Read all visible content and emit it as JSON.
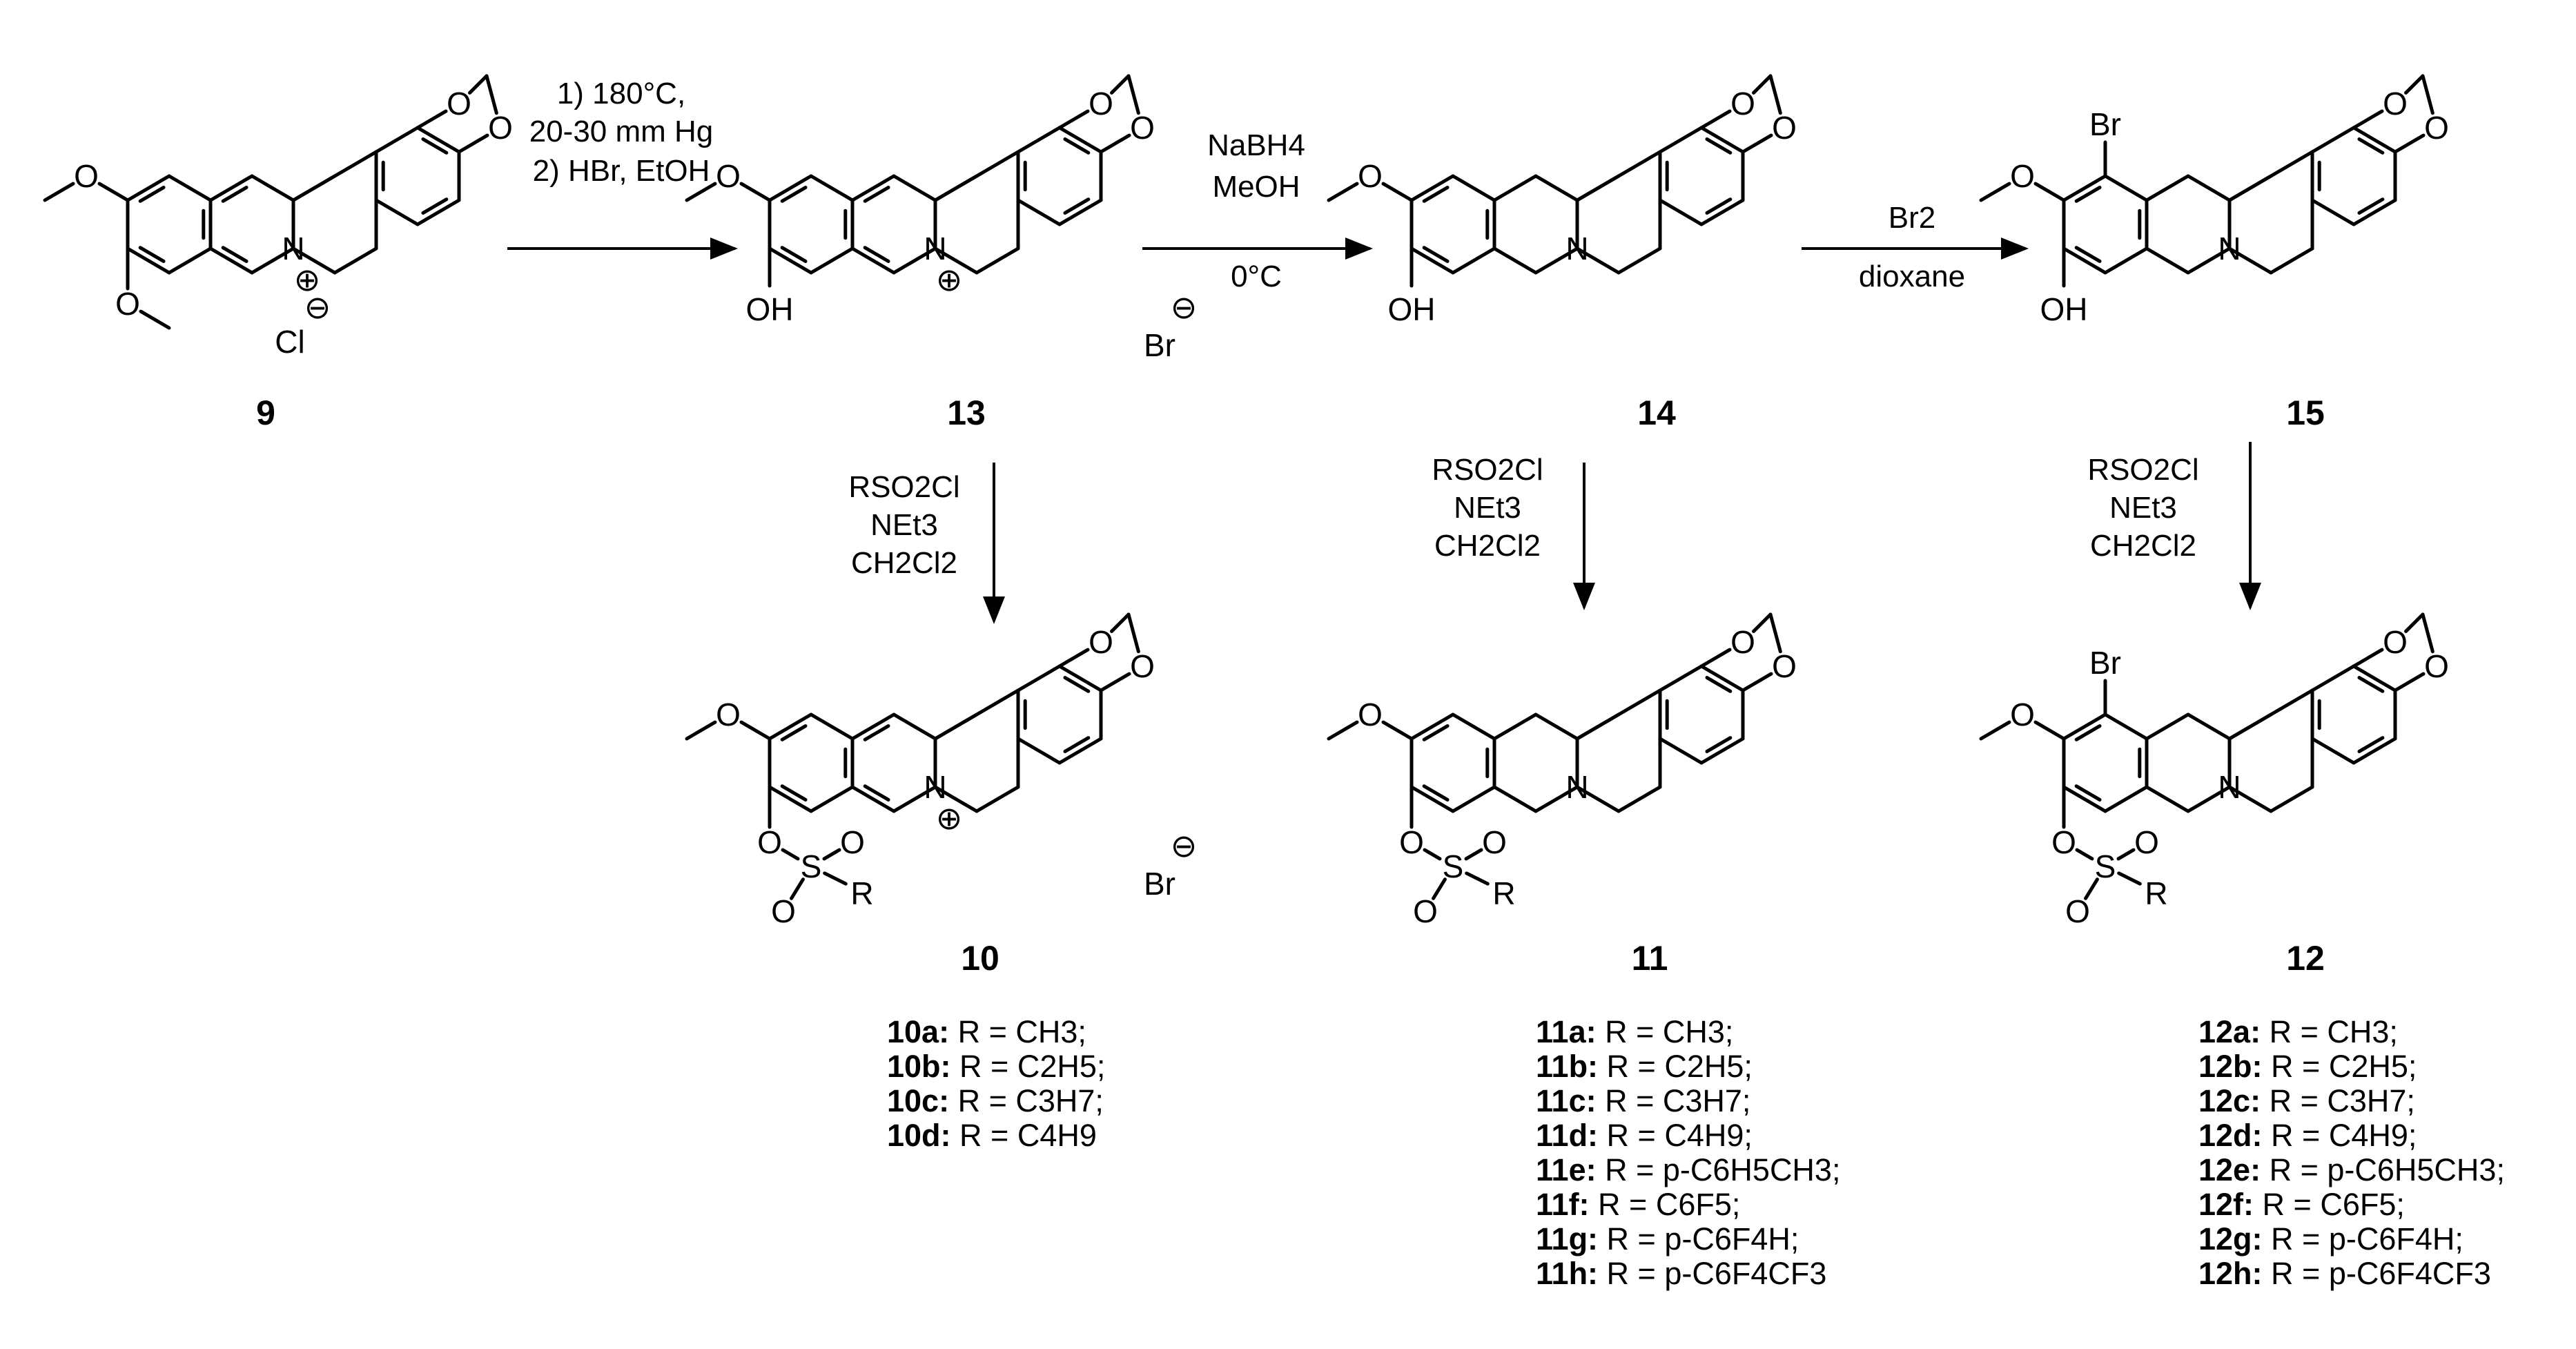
{
  "compounds": {
    "c9": "9",
    "c13": "13",
    "c14": "14",
    "c15": "15",
    "c10": "10",
    "c11": "11",
    "c12": "12"
  },
  "atoms": {
    "oxygen": "O",
    "nitrogen": "N",
    "hydroxyl": "OH",
    "bromine": "Br",
    "sulfur": "S",
    "r_group": "R",
    "chloride": "Cl",
    "plus_charge": "⊕",
    "minus_charge": "⊖"
  },
  "conditions": {
    "step1_line1": "1) 180°C,",
    "step1_line2": "20-30 mm Hg",
    "step1_line3": "2) HBr, EtOH",
    "step2_line1": "NaBH4",
    "step2_line2": "MeOH",
    "step2_line3": "0°C",
    "step3_line1": "Br2",
    "step3_line2": "dioxane",
    "sulf_line1": "RSO2Cl",
    "sulf_line2": "NEt3",
    "sulf_line3": "CH2Cl2"
  },
  "r_lists": {
    "series10": [
      {
        "label": "10a:",
        "text": "R = CH3;"
      },
      {
        "label": "10b:",
        "text": "R = C2H5;"
      },
      {
        "label": "10c:",
        "text": "R = C3H7;"
      },
      {
        "label": "10d:",
        "text": "R = C4H9"
      }
    ],
    "series11": [
      {
        "label": "11a:",
        "text": "R = CH3;"
      },
      {
        "label": "11b:",
        "text": "R = C2H5;"
      },
      {
        "label": "11c:",
        "text": "R = C3H7;"
      },
      {
        "label": "11d:",
        "text": "R = C4H9;"
      },
      {
        "label": "11e:",
        "text": "R = p-C6H5CH3;"
      },
      {
        "label": "11f:",
        "text": "R = C6F5;"
      },
      {
        "label": "11g:",
        "text": " R = p-C6F4H;"
      },
      {
        "label": "11h:",
        "text": "R = p-C6F4CF3"
      }
    ],
    "series12": [
      {
        "label": "12a:",
        "text": "R = CH3;"
      },
      {
        "label": "12b:",
        "text": "R = C2H5;"
      },
      {
        "label": "12c:",
        "text": "R = C3H7;"
      },
      {
        "label": "12d:",
        "text": "R = C4H9;"
      },
      {
        "label": "12e:",
        "text": "R = p-C6H5CH3;"
      },
      {
        "label": "12f:",
        "text": "R = C6F5;"
      },
      {
        "label": "12g:",
        "text": " R = p-C6F4H;"
      },
      {
        "label": "12h:",
        "text": "R = p-C6F4CF3"
      }
    ]
  }
}
